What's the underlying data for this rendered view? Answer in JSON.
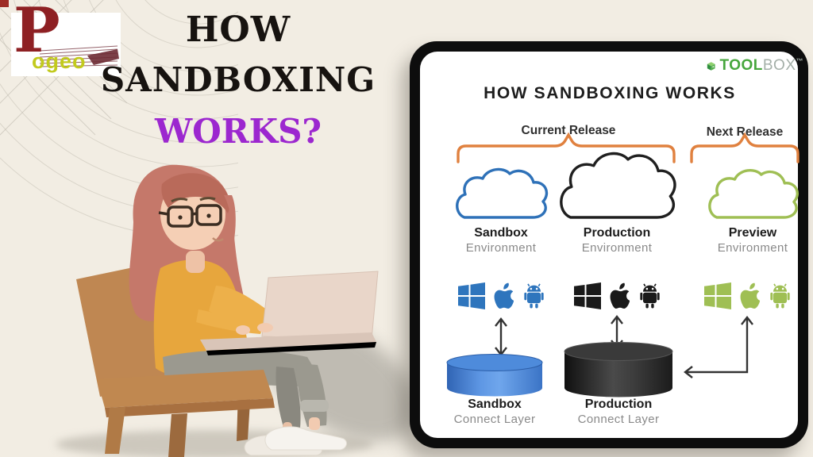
{
  "left": {
    "logo": {
      "p": "P",
      "rest": "ogeo"
    },
    "title": {
      "line1": "HOW",
      "line2": "SANDBOXING",
      "line3": "WORKS?"
    },
    "illustration": "3d-woman-with-laptop-sitting-on-wooden-chair"
  },
  "card": {
    "brand": {
      "tool": "TOOL",
      "box": "BOX",
      "tm": "™",
      "icon": "green-cube-icon"
    },
    "title": "HOW SANDBOXING WORKS",
    "groups": [
      {
        "label": "Current Release"
      },
      {
        "label": "Next Release"
      }
    ],
    "environments": [
      {
        "name": "Sandbox",
        "sub": "Environment",
        "color": "#2e71b8"
      },
      {
        "name": "Production",
        "sub": "Environment",
        "color": "#1f1f1f"
      },
      {
        "name": "Preview",
        "sub": "Environment",
        "color": "#9fbf54"
      }
    ],
    "platform_icons": [
      "windows-icon",
      "apple-icon",
      "android-icon"
    ],
    "connect_layers": [
      {
        "name": "Sandbox",
        "sub": "Connect Layer",
        "color": "#4a86d8"
      },
      {
        "name": "Production",
        "sub": "Connect Layer",
        "color": "#2e2e2e"
      }
    ]
  },
  "colors": {
    "background": "#f2ede3",
    "headline_text": "#171310",
    "headline_purple": "#9c27cf",
    "brace_orange": "#e0813f",
    "sandbox_blue": "#2e71b8",
    "production_black": "#1f1f1f",
    "preview_green": "#9fbf54",
    "toolbox_green": "#46a63c",
    "logo_maroon": "#8e2023",
    "logo_yellow": "#c2ca1e",
    "muted_text": "#8a8a8a"
  }
}
